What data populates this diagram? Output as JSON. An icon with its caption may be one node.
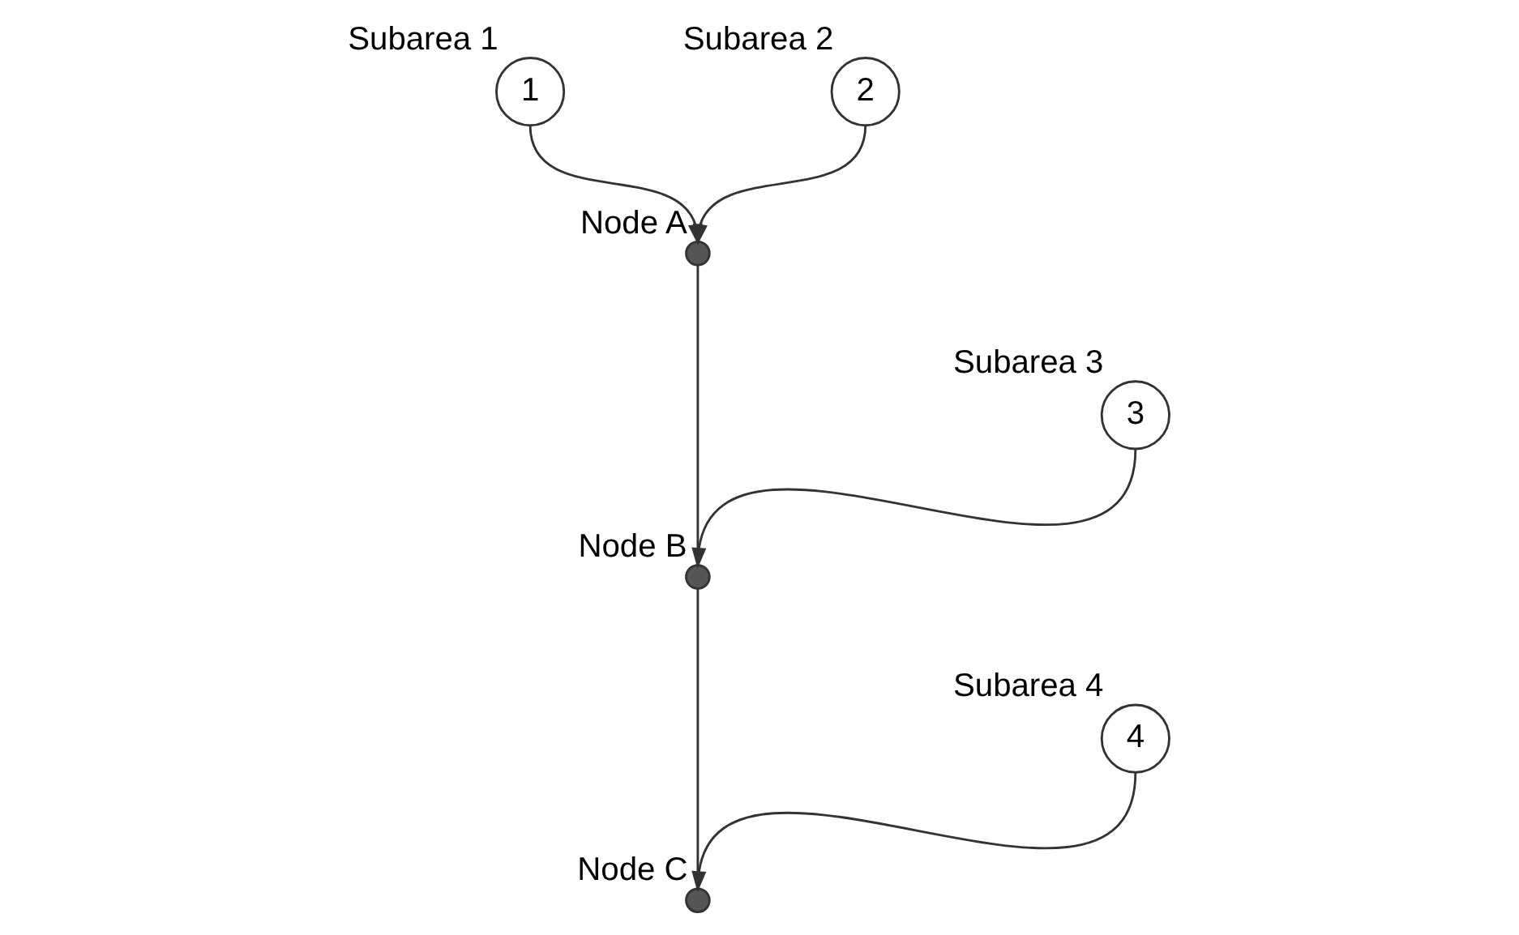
{
  "diagram": {
    "nodes": [
      {
        "text": [
          "1"
        ],
        "beside": [
          "Subarea 1"
        ]
      },
      {
        "text": [
          "2"
        ],
        "beside": [
          "Subarea 2"
        ]
      },
      {
        "text": [],
        "shape": "circle",
        "beside": [
          "Node A"
        ]
      },
      {
        "text": [
          "3"
        ],
        "beside": [
          "Subarea 3"
        ]
      },
      {
        "text": [],
        "shape": "circle",
        "beside": [
          "Node B"
        ]
      },
      {
        "text": [
          "4"
        ],
        "beside": [
          "Subarea 4"
        ]
      },
      {
        "text": [],
        "shape": "circle",
        "beside": [
          "Node C"
        ]
      }
    ],
    "edges": [
      {
        "from": 0,
        "to": 2,
        "arrow": "to"
      },
      {
        "from": 1,
        "to": 2,
        "arrow": "to"
      },
      {
        "from": 2,
        "to": 4,
        "arrow": "none"
      },
      {
        "from": 3,
        "to": 4,
        "arrow": "to"
      },
      {
        "from": 4,
        "to": 6,
        "arrow": "none"
      },
      {
        "from": 5,
        "to": 6,
        "arrow": "to"
      }
    ]
  }
}
